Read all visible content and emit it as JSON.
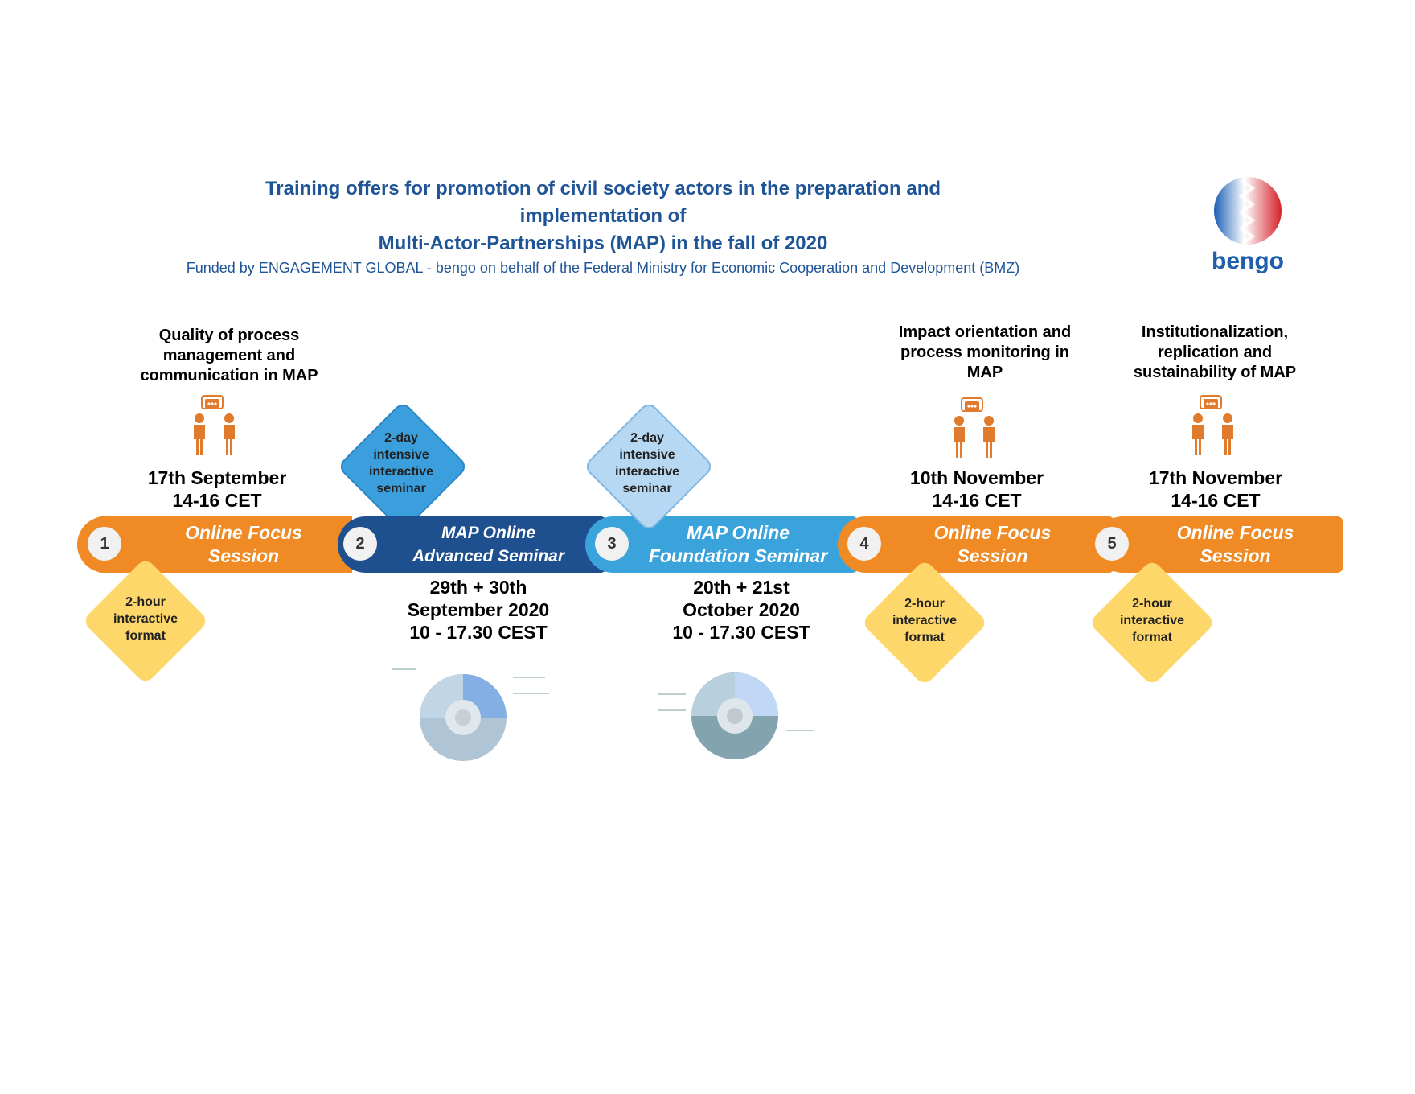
{
  "header": {
    "title_line1": "Training offers for promotion of civil society actors in the preparation and implementation of",
    "title_line2": "Multi-Actor-Partnerships (MAP) in the fall of 2020",
    "subtitle": "Funded by ENGAGEMENT GLOBAL - bengo on behalf of the Federal Ministry for Economic Cooperation and Development (BMZ)",
    "logo_text": "bengo"
  },
  "colors": {
    "title_blue": "#1f5597",
    "orange": "#ef8a24",
    "navy": "#1e4f8f",
    "sky": "#3aa3dc",
    "yellow": "#fdd76a",
    "light_blue_diamond": "#b7d8f2"
  },
  "icons": {
    "discussion": "two-people-speech-bubble-icon",
    "module_diagram": "spiral-shell-diagram-icon",
    "logo": "bengo-logo-icon"
  },
  "sessions": [
    {
      "number": "1",
      "label_line1": "Online Focus",
      "label_line2": "Session",
      "topic_lines": [
        "Quality of process",
        "management and",
        "communication in MAP"
      ],
      "date_line1": "17th September",
      "date_line2": "14-16 CET",
      "format_lines": [
        "2-hour",
        "interactive",
        "format"
      ]
    },
    {
      "number": "2",
      "label_line1": "MAP Online",
      "label_line2": "Advanced Seminar",
      "format_lines": [
        "2-day",
        "intensive",
        "interactive",
        "seminar"
      ],
      "date_lines": [
        "29th + 30th",
        "September 2020",
        "10 - 17.30 CEST"
      ]
    },
    {
      "number": "3",
      "label_line1": "MAP Online",
      "label_line2": "Foundation Seminar",
      "format_lines": [
        "2-day",
        "intensive",
        "interactive",
        "seminar"
      ],
      "date_lines": [
        "20th + 21st",
        "October 2020",
        "10 - 17.30 CEST"
      ]
    },
    {
      "number": "4",
      "label_line1": "Online Focus",
      "label_line2": "Session",
      "topic_lines": [
        "Impact orientation and",
        "process monitoring in",
        "MAP"
      ],
      "date_line1": "10th November",
      "date_line2": "14-16 CET",
      "format_lines": [
        "2-hour",
        "interactive",
        "format"
      ]
    },
    {
      "number": "5",
      "label_line1": "Online Focus",
      "label_line2": "Session",
      "topic_lines": [
        "Institutionalization,",
        "replication and",
        "sustainability of MAP"
      ],
      "date_line1": "17th November",
      "date_line2": "14-16 CET",
      "format_lines": [
        "2-hour",
        "interactive",
        "format"
      ]
    }
  ]
}
